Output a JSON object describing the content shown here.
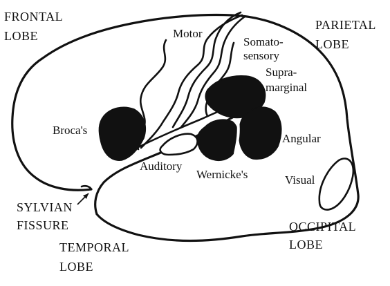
{
  "labels": {
    "frontal_1": "FRONTAL",
    "frontal_2": "LOBE",
    "parietal_1": "PARIETAL",
    "parietal_2": "LOBE",
    "sylvian_1": "SYLVIAN",
    "sylvian_2": "FISSURE",
    "temporal_1": "TEMPORAL",
    "temporal_2": "LOBE",
    "occipital_1": "OCCIPITAL",
    "occipital_2": "LOBE",
    "motor": "Motor",
    "somato_1": "Somato-",
    "somato_2": "sensory",
    "supra_1": "Supra-",
    "supra_2": "marginal",
    "brocas": "Broca's",
    "auditory": "Auditory",
    "wernickes": "Wernicke's",
    "angular": "Angular",
    "visual": "Visual"
  }
}
